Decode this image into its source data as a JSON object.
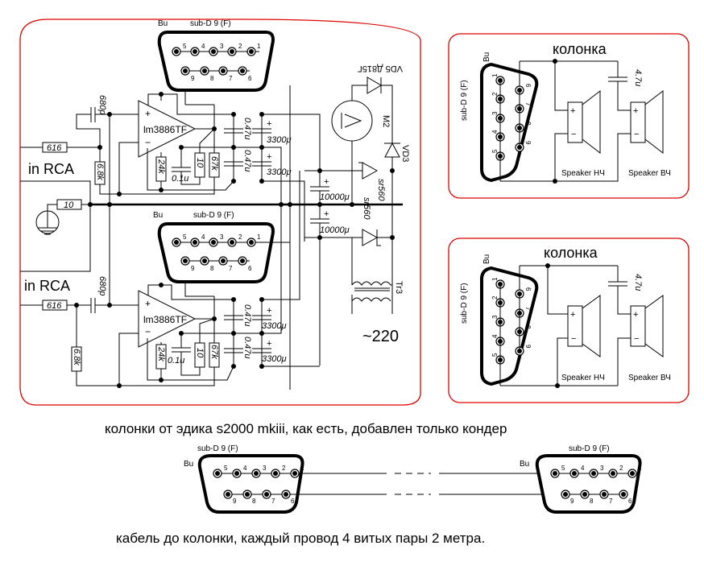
{
  "amplifier": {
    "connector_top": {
      "prefix": "Bu",
      "type": "sub-D 9 (F)",
      "pins_top": [
        "5",
        "4",
        "3",
        "2",
        "1"
      ],
      "pins_bottom": [
        "9",
        "8",
        "7",
        "6"
      ]
    },
    "connector_mid": {
      "prefix": "Bu",
      "type": "sub-D 9 (F)",
      "pins_top": [
        "5",
        "4",
        "3",
        "2",
        "1"
      ],
      "pins_bottom": [
        "9",
        "8",
        "7",
        "6"
      ]
    },
    "channel_top": {
      "input_label": "in RCA",
      "input_resistor": "616",
      "input_cap": "680p",
      "shunt_resistor": "6.8k",
      "opamp": "lm3886TF",
      "r_gnd": "24k",
      "c_filter": "0.1u",
      "r_zobel": "10",
      "r_fb": "67k",
      "c_bypass_1": "0.47u",
      "c_bypass_2": "0.47u",
      "c_bulk_1": "3300μ",
      "c_bulk_2": "3300μ"
    },
    "channel_bottom": {
      "input_label": "in RCA",
      "input_resistor": "616",
      "input_cap": "680p",
      "shunt_resistor": "6.8k",
      "opamp": "lm3886TF",
      "r_gnd": "24k",
      "c_filter": "0.1u",
      "r_zobel": "10",
      "r_fb": "67k",
      "c_bypass_1": "0.47u",
      "c_bypass_2": "0.47u",
      "c_bulk_1": "3300μ",
      "c_bulk_2": "3300μ"
    },
    "ground_resistor": "10",
    "psu": {
      "c_main_1": "10000μ",
      "c_main_2": "10000μ",
      "diode_bridge_1": "sr560",
      "diode_bridge_2": "sr560",
      "zener": "VD5 Д815Г",
      "diode_vd3": "VD3",
      "motor": "M2",
      "transformer": "Tr3",
      "mains": "~220"
    }
  },
  "speakers": [
    {
      "title": "колонка",
      "connector_prefix": "Bu",
      "connector_type": "sub-D 9 (F)",
      "pins_left": [
        "1",
        "2",
        "3",
        "4",
        "5"
      ],
      "pins_right": [
        "6",
        "7",
        "8",
        "9"
      ],
      "cap": "4.7u",
      "woofer": "Speaker НЧ",
      "tweeter": "Speaker ВЧ"
    },
    {
      "title": "колонка",
      "connector_prefix": "Bu",
      "connector_type": "sub-D 9 (F)",
      "pins_left": [
        "1",
        "2",
        "3",
        "4",
        "5"
      ],
      "pins_right": [
        "6",
        "7",
        "8",
        "9"
      ],
      "cap": "4.7u",
      "woofer": "Speaker НЧ",
      "tweeter": "Speaker ВЧ"
    }
  ],
  "notes": {
    "speakers_note": "колонки от эдика s2000 mkiii,  как есть, добавлен только кондер",
    "cable_note": "кабель до колонки, каждый провод 4 витых пары 2 метра."
  },
  "cable": {
    "left": {
      "prefix": "Bu",
      "type": "sub-D 9 (F)",
      "pins_top": [
        "5",
        "4",
        "3",
        "2",
        "1"
      ],
      "pins_bottom": [
        "9",
        "8",
        "7",
        "6"
      ]
    },
    "right": {
      "prefix": "Bu",
      "type": "sub-D 9 (F)",
      "pins_top": [
        "5",
        "4",
        "3",
        "2",
        "1"
      ],
      "pins_bottom": [
        "9",
        "8",
        "7",
        "6"
      ]
    }
  }
}
